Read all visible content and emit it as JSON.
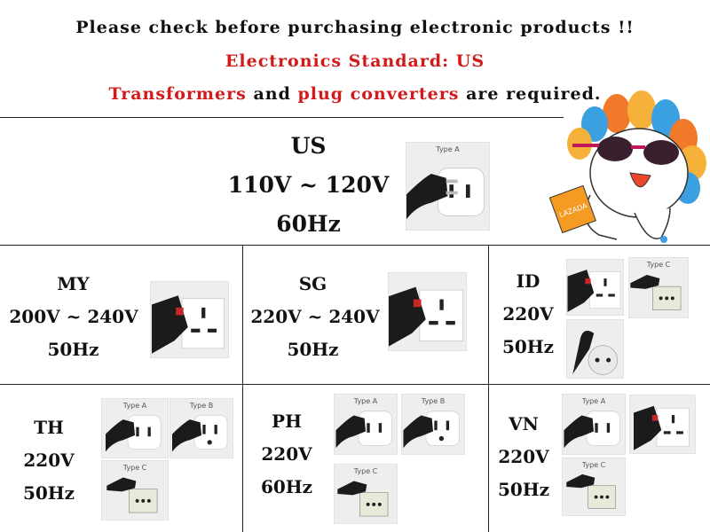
{
  "header": {
    "line1": "Please check before purchasing electronic products !!",
    "line2": "Electronics Standard: US",
    "line3_part1": "Transformers",
    "line3_part2": " and ",
    "line3_part3": "plug converters",
    "line3_part4": " are required."
  },
  "us": {
    "country": "US",
    "voltage": "110V ~ 120V",
    "freq": "60Hz",
    "plug_caption": "Type A"
  },
  "regions": [
    {
      "country": "MY",
      "voltage": "200V ~ 240V",
      "freq": "50Hz"
    },
    {
      "country": "SG",
      "voltage": "220V ~ 240V",
      "freq": "50Hz"
    },
    {
      "country": "ID",
      "voltage": "220V",
      "freq": "50Hz"
    },
    {
      "country": "TH",
      "voltage": "220V",
      "freq": "50Hz"
    },
    {
      "country": "PH",
      "voltage": "220V",
      "freq": "60Hz"
    },
    {
      "country": "VN",
      "voltage": "220V",
      "freq": "50Hz"
    }
  ],
  "plug_captions": {
    "type_a": "Type A",
    "type_b": "Type B",
    "type_c": "Type C"
  },
  "mascot": {
    "bag_text": "LAZADA"
  },
  "colors": {
    "red": "#d21a1a",
    "text": "#111111",
    "mascot_orange": "#f59a22"
  }
}
